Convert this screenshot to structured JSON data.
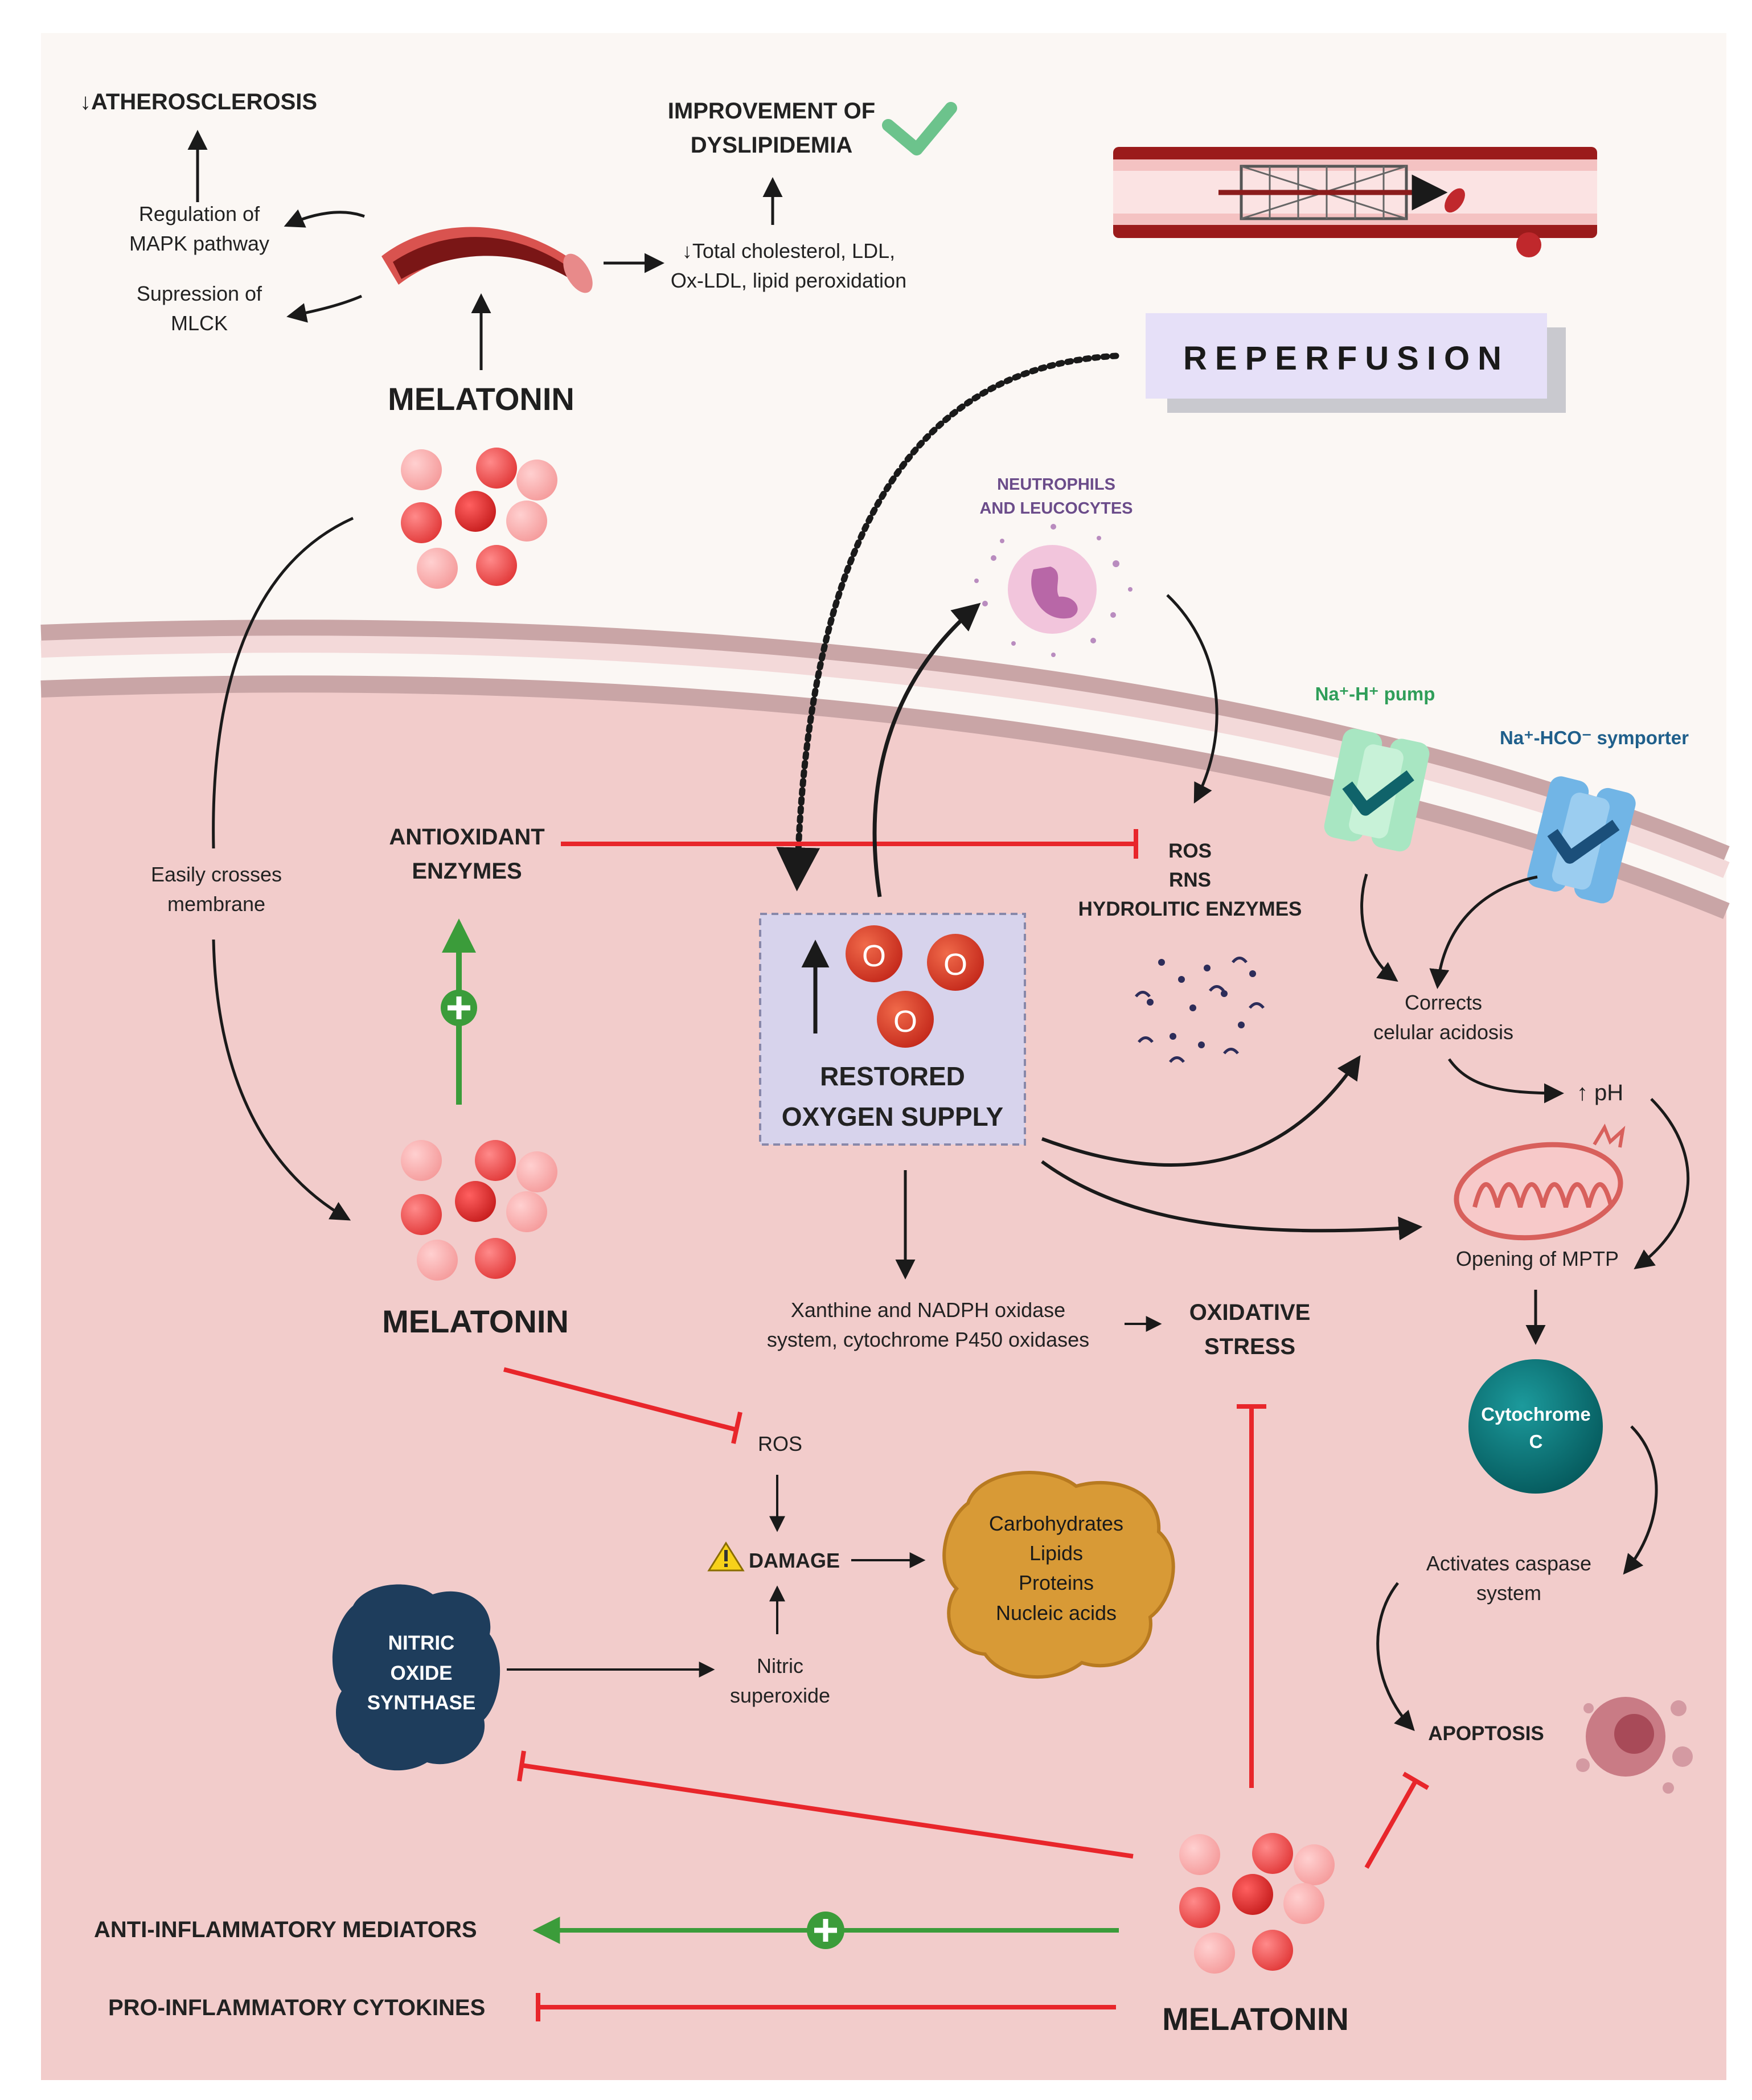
{
  "top": {
    "atherosclerosis": "↓ATHEROSCLEROSIS",
    "mapk": "Regulation of\nMAPK pathway",
    "mlck": "Supression of\nMLCK",
    "improvement": "IMPROVEMENT OF\nDYSLIPIDEMIA",
    "cholesterol": "↓Total cholesterol, LDL,\nOx-LDL, lipid peroxidation",
    "melatonin": "MELATONIN",
    "reperfusion": "REPERFUSION"
  },
  "middle": {
    "easily_crosses": "Easily crosses\nmembrane",
    "antioxidant": "ANTIOXIDANT\nENZYMES",
    "neutrophils": "NEUTROPHILS\nAND LEUCOCYTES",
    "ros_rns": "ROS\nRNS\nHYDROLITIC ENZYMES",
    "na_h_pump": "Na⁺-H⁺ pump",
    "na_hco_symporter": "Na⁺-HCO⁻ symporter",
    "corrects": "Corrects\ncelular acidosis",
    "ph": "↑ pH",
    "o2_symbol": "O",
    "restored": "RESTORED\nOXYGEN SUPPLY",
    "melatonin": "MELATONIN",
    "opening_mptp": "Opening of MPTP",
    "xanthine": "Xanthine and NADPH oxidase\nsystem, cytochrome P450 oxidases",
    "oxidative": "OXIDATIVE\nSTRESS",
    "cytochrome": "Cytochrome\nC"
  },
  "bottom": {
    "ros": "ROS",
    "damage": "DAMAGE",
    "macromolecules": "Carbohydrates\nLipids\nProteins\nNucleic acids",
    "nos": "NITRIC\nOXIDE\nSYNTHASE",
    "nitric_superoxide": "Nitric\nsuperoxide",
    "activates_caspase": "Activates caspase\nsystem",
    "apoptosis": "APOPTOSIS",
    "anti_inflammatory": "ANTI-INFLAMMATORY MEDIATORS",
    "pro_inflammatory": "PRO-INFLAMMATORY CYTOKINES",
    "melatonin": "MELATONIN"
  },
  "colors": {
    "background": "#fbf7f4",
    "cytoplasm": "#f2cccb",
    "membrane": "#c9a5a6",
    "inhibit_red": "#e8262b",
    "activate_green": "#3b9c3a",
    "oxygen_box": "#d7d3ec",
    "reperfusion_box": "#e6e0f8",
    "cytochrome_teal": "#0b7c7f",
    "nos_navy": "#1e3d5c",
    "macromolecule_orange": "#d89a36"
  },
  "icons": [
    "blood-vessel-icon",
    "stent-icon",
    "checkmark-icon",
    "neutrophil-icon",
    "mitochondria-icon",
    "apoptotic-cell-icon",
    "warning-icon",
    "plus-icon",
    "melatonin-molecule-icon",
    "oxygen-molecule-icon",
    "transporter-icon"
  ]
}
